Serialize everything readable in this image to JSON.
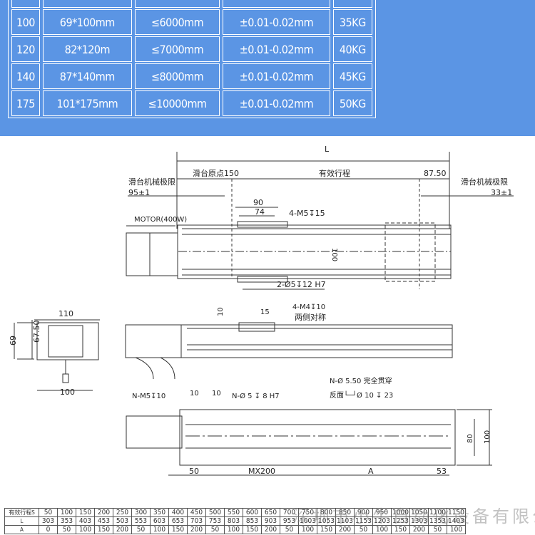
{
  "spec_table": {
    "rows": [
      [
        "",
        "",
        "",
        "",
        ""
      ],
      [
        "100",
        "69*100mm",
        "≤6000mm",
        "±0.01-0.02mm",
        "35KG"
      ],
      [
        "120",
        "82*120m",
        "≤7000mm",
        "±0.01-0.02mm",
        "40KG"
      ],
      [
        "140",
        "87*140mm",
        "≤8000mm",
        "±0.01-0.02mm",
        "45KG"
      ],
      [
        "175",
        "101*175mm",
        "≤10000mm",
        "±0.01-0.02mm",
        "50KG"
      ]
    ]
  },
  "drawing": {
    "top_view": {
      "L": "L",
      "origin": "滑台原点150",
      "stroke": "有效行程",
      "d87": "87.50",
      "limit_left": "滑台机械极限",
      "limit_left_val": "95±1",
      "limit_right": "滑台机械极限",
      "limit_right_val": "33±1",
      "d90": "90",
      "d74": "74",
      "m5": "4-M5↧15",
      "motor": "MOTOR(400W)",
      "d100": "100",
      "pin": "2-Ø5↧12 H7"
    },
    "end_view": {
      "w110": "110",
      "h69": "69",
      "h67": "67.50",
      "w100": "100"
    },
    "side_view": {
      "d10": "10",
      "d15": "15",
      "m4": "4-M4↧10",
      "sym": "两侧对称"
    },
    "bottom_view": {
      "m5": "N-M5↧10",
      "d10a": "10",
      "d10b": "10",
      "pin": "N-Ø 5 ↧ 8 H7",
      "through": "N-Ø 5.50 完全贯穿",
      "counter": "反面└─┘Ø 10 ↧ 23",
      "d50": "50",
      "mx": "MX200",
      "A": "A",
      "d53": "53",
      "d80": "80",
      "d100": "100"
    }
  },
  "stroke_table": {
    "headers": [
      "有效行程S",
      "L",
      "A"
    ],
    "S": [
      "50",
      "100",
      "150",
      "200",
      "250",
      "300",
      "350",
      "400",
      "450",
      "500",
      "550",
      "600",
      "650",
      "700",
      "750",
      "800",
      "850",
      "900",
      "950",
      "1000",
      "1050",
      "1100",
      "1150"
    ],
    "L": [
      "303",
      "353",
      "403",
      "453",
      "503",
      "553",
      "603",
      "653",
      "703",
      "753",
      "803",
      "853",
      "903",
      "953",
      "1003",
      "1053",
      "1103",
      "1153",
      "1203",
      "1253",
      "1303",
      "1353",
      "1403"
    ],
    "A": [
      "0",
      "50",
      "100",
      "150",
      "200",
      "50",
      "100",
      "150",
      "200",
      "50",
      "100",
      "150",
      "200",
      "50",
      "100",
      "150",
      "200",
      "50",
      "100",
      "150",
      "200",
      "50",
      "100"
    ]
  },
  "watermark": "深圳市小牛自动化设备有限公司"
}
